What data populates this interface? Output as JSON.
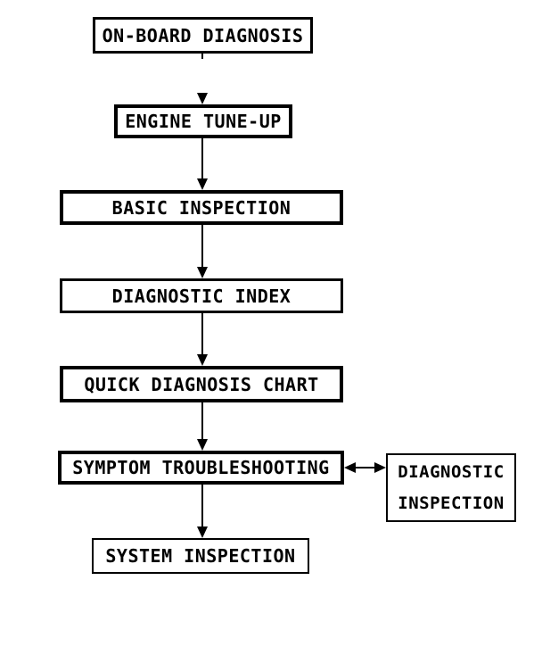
{
  "diagram": {
    "type": "flowchart",
    "subject": "on-board diagnosis troubleshooting flow",
    "colors": {
      "ink": "#000000",
      "background": "#ffffff"
    },
    "nodes": {
      "on_board_diagnosis": {
        "label": "ON-BOARD DIAGNOSIS"
      },
      "engine_tune_up": {
        "label": "ENGINE TUNE-UP"
      },
      "basic_inspection": {
        "label": "BASIC INSPECTION"
      },
      "diagnostic_index": {
        "label": "DIAGNOSTIC INDEX"
      },
      "quick_diagnosis_chart": {
        "label": "QUICK DIAGNOSIS CHART"
      },
      "symptom_troubleshooting": {
        "label": "SYMPTOM TROUBLESHOOTING"
      },
      "diagnostic_inspection": {
        "line1": "DIAGNOSTIC",
        "line2": "INSPECTION"
      },
      "system_inspection": {
        "label": "SYSTEM INSPECTION"
      }
    },
    "edges": [
      {
        "from": "ON-BOARD DIAGNOSIS",
        "to": "ENGINE TUNE-UP",
        "direction": "down"
      },
      {
        "from": "ENGINE TUNE-UP",
        "to": "BASIC INSPECTION",
        "direction": "down"
      },
      {
        "from": "BASIC INSPECTION",
        "to": "DIAGNOSTIC INDEX",
        "direction": "down"
      },
      {
        "from": "DIAGNOSTIC INDEX",
        "to": "QUICK DIAGNOSIS CHART",
        "direction": "down"
      },
      {
        "from": "QUICK DIAGNOSIS CHART",
        "to": "SYMPTOM TROUBLESHOOTING",
        "direction": "down"
      },
      {
        "from": "SYMPTOM TROUBLESHOOTING",
        "to": "DIAGNOSTIC INSPECTION",
        "direction": "both"
      },
      {
        "from": "SYMPTOM TROUBLESHOOTING",
        "to": "SYSTEM INSPECTION",
        "direction": "down"
      }
    ]
  }
}
